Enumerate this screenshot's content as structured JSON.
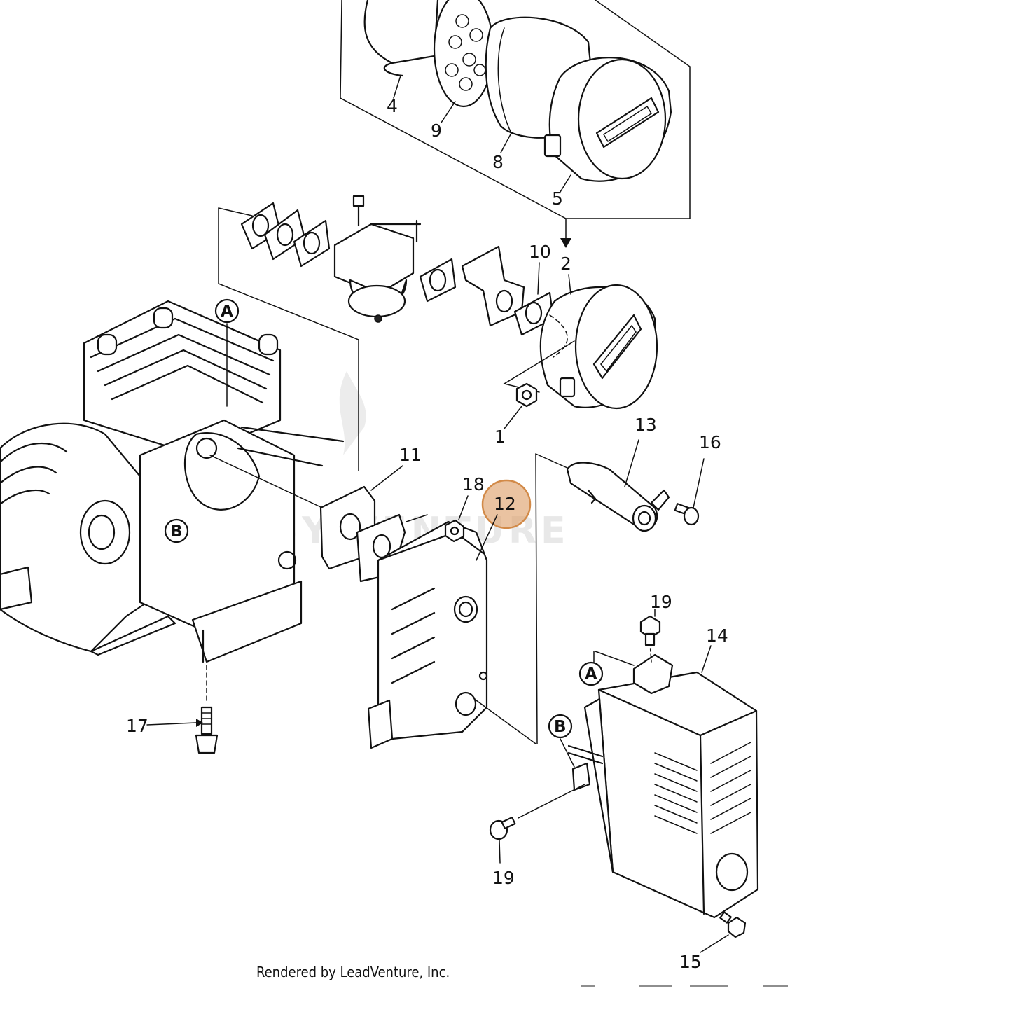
{
  "diagram": {
    "watermark": "EASY VENTURE",
    "credit": "Rendered by LeadVenture, Inc.",
    "highlight_color": "#dea36e",
    "highlighted_callout": "12",
    "callouts": {
      "c1": "1",
      "c2": "2",
      "c4": "4",
      "c5": "5",
      "c8": "8",
      "c9": "9",
      "c10": "10",
      "c11": "11",
      "c12": "12",
      "c13": "13",
      "c14": "14",
      "c15": "15",
      "c16": "16",
      "c17": "17",
      "c18": "18",
      "c19a": "19",
      "c19b": "19"
    },
    "reference_markers": {
      "a1": "A",
      "b1": "B",
      "a2": "A",
      "b2": "B"
    }
  }
}
